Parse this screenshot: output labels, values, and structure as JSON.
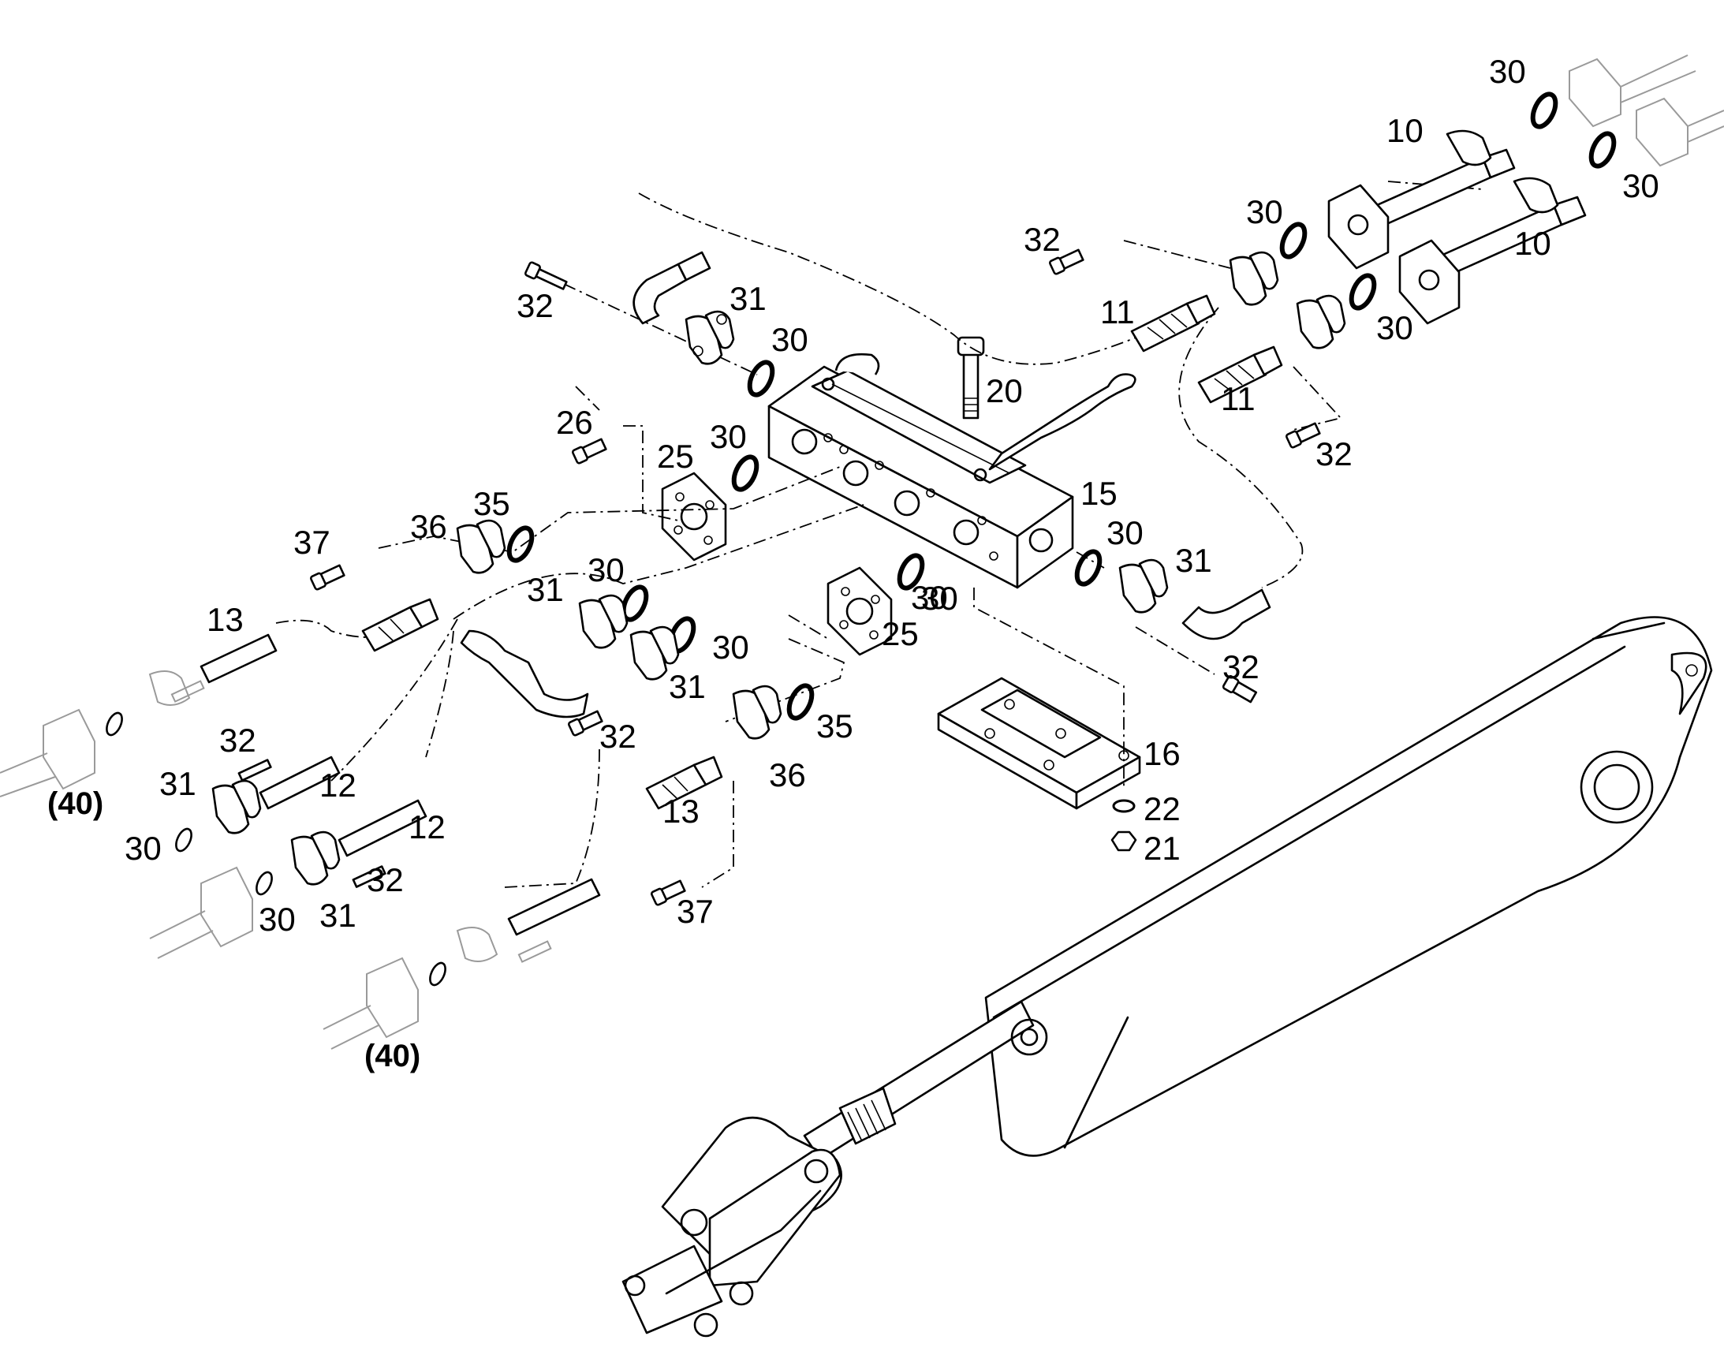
{
  "callouts": [
    "30",
    "10",
    "30",
    "30",
    "10",
    "32",
    "30",
    "30",
    "11",
    "11",
    "32",
    "32",
    "31",
    "30",
    "20",
    "26",
    "30",
    "25",
    "15",
    "35",
    "36",
    "37",
    "30",
    "31",
    "30",
    "30",
    "31",
    "13",
    "30",
    "25",
    "32",
    "32",
    "35",
    "31",
    "16",
    "32",
    "12",
    "36",
    "13",
    "12",
    "22",
    "21",
    "30",
    "32",
    "31",
    "30",
    "37"
  ],
  "references": [
    "(40)",
    "(40)"
  ],
  "colors": {
    "line": "#000000",
    "ghost": "#9a9a9a",
    "background": "#ffffff"
  }
}
